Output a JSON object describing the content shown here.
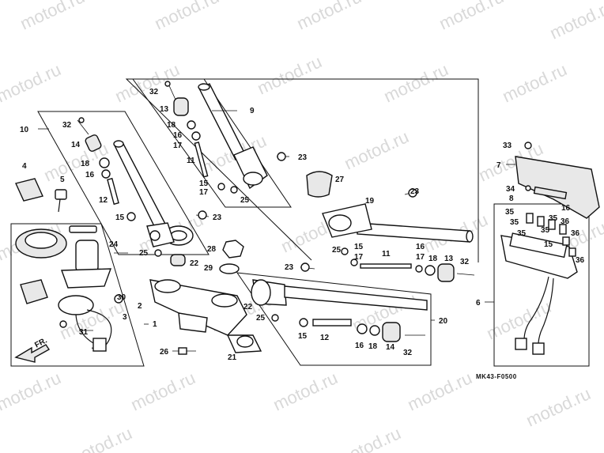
{
  "watermark": "motod.ru",
  "diagram_code": "MK43-F0500",
  "direction_arrow": "FR.",
  "labels": {
    "l1": "1",
    "l2": "2",
    "l3": "3",
    "l4": "4",
    "l5": "5",
    "l6": "6",
    "l7": "7",
    "l8": "8",
    "l9": "9",
    "l10": "10",
    "l11a": "11",
    "l11b": "11",
    "l12a": "12",
    "l12b": "12",
    "l13a": "13",
    "l13b": "13",
    "l14a": "14",
    "l14b": "14",
    "l15a": "15",
    "l15b": "15",
    "l15c": "15",
    "l15d": "15",
    "l15e": "15",
    "l16a": "16",
    "l16b": "16",
    "l16c": "16",
    "l16d": "16",
    "l16e": "16",
    "l17a": "17",
    "l17b": "17",
    "l17c": "17",
    "l17d": "17",
    "l18a": "18",
    "l18b": "18",
    "l18c": "18",
    "l18d": "18",
    "l19": "19",
    "l20": "20",
    "l21": "21",
    "l22a": "22",
    "l22b": "22",
    "l23a": "23",
    "l23b": "23",
    "l23c": "23",
    "l23d": "23",
    "l24": "24",
    "l25a": "25",
    "l25b": "25",
    "l25c": "25",
    "l25d": "25",
    "l26": "26",
    "l27": "27",
    "l28": "28",
    "l29": "29",
    "l30": "30",
    "l31": "31",
    "l32a": "32",
    "l32b": "32",
    "l32c": "32",
    "l32d": "32",
    "l33": "33",
    "l34": "34",
    "l35a": "35",
    "l35b": "35",
    "l35c": "35",
    "l35d": "35",
    "l35e": "35",
    "l36a": "36",
    "l36b": "36",
    "l36c": "36"
  }
}
